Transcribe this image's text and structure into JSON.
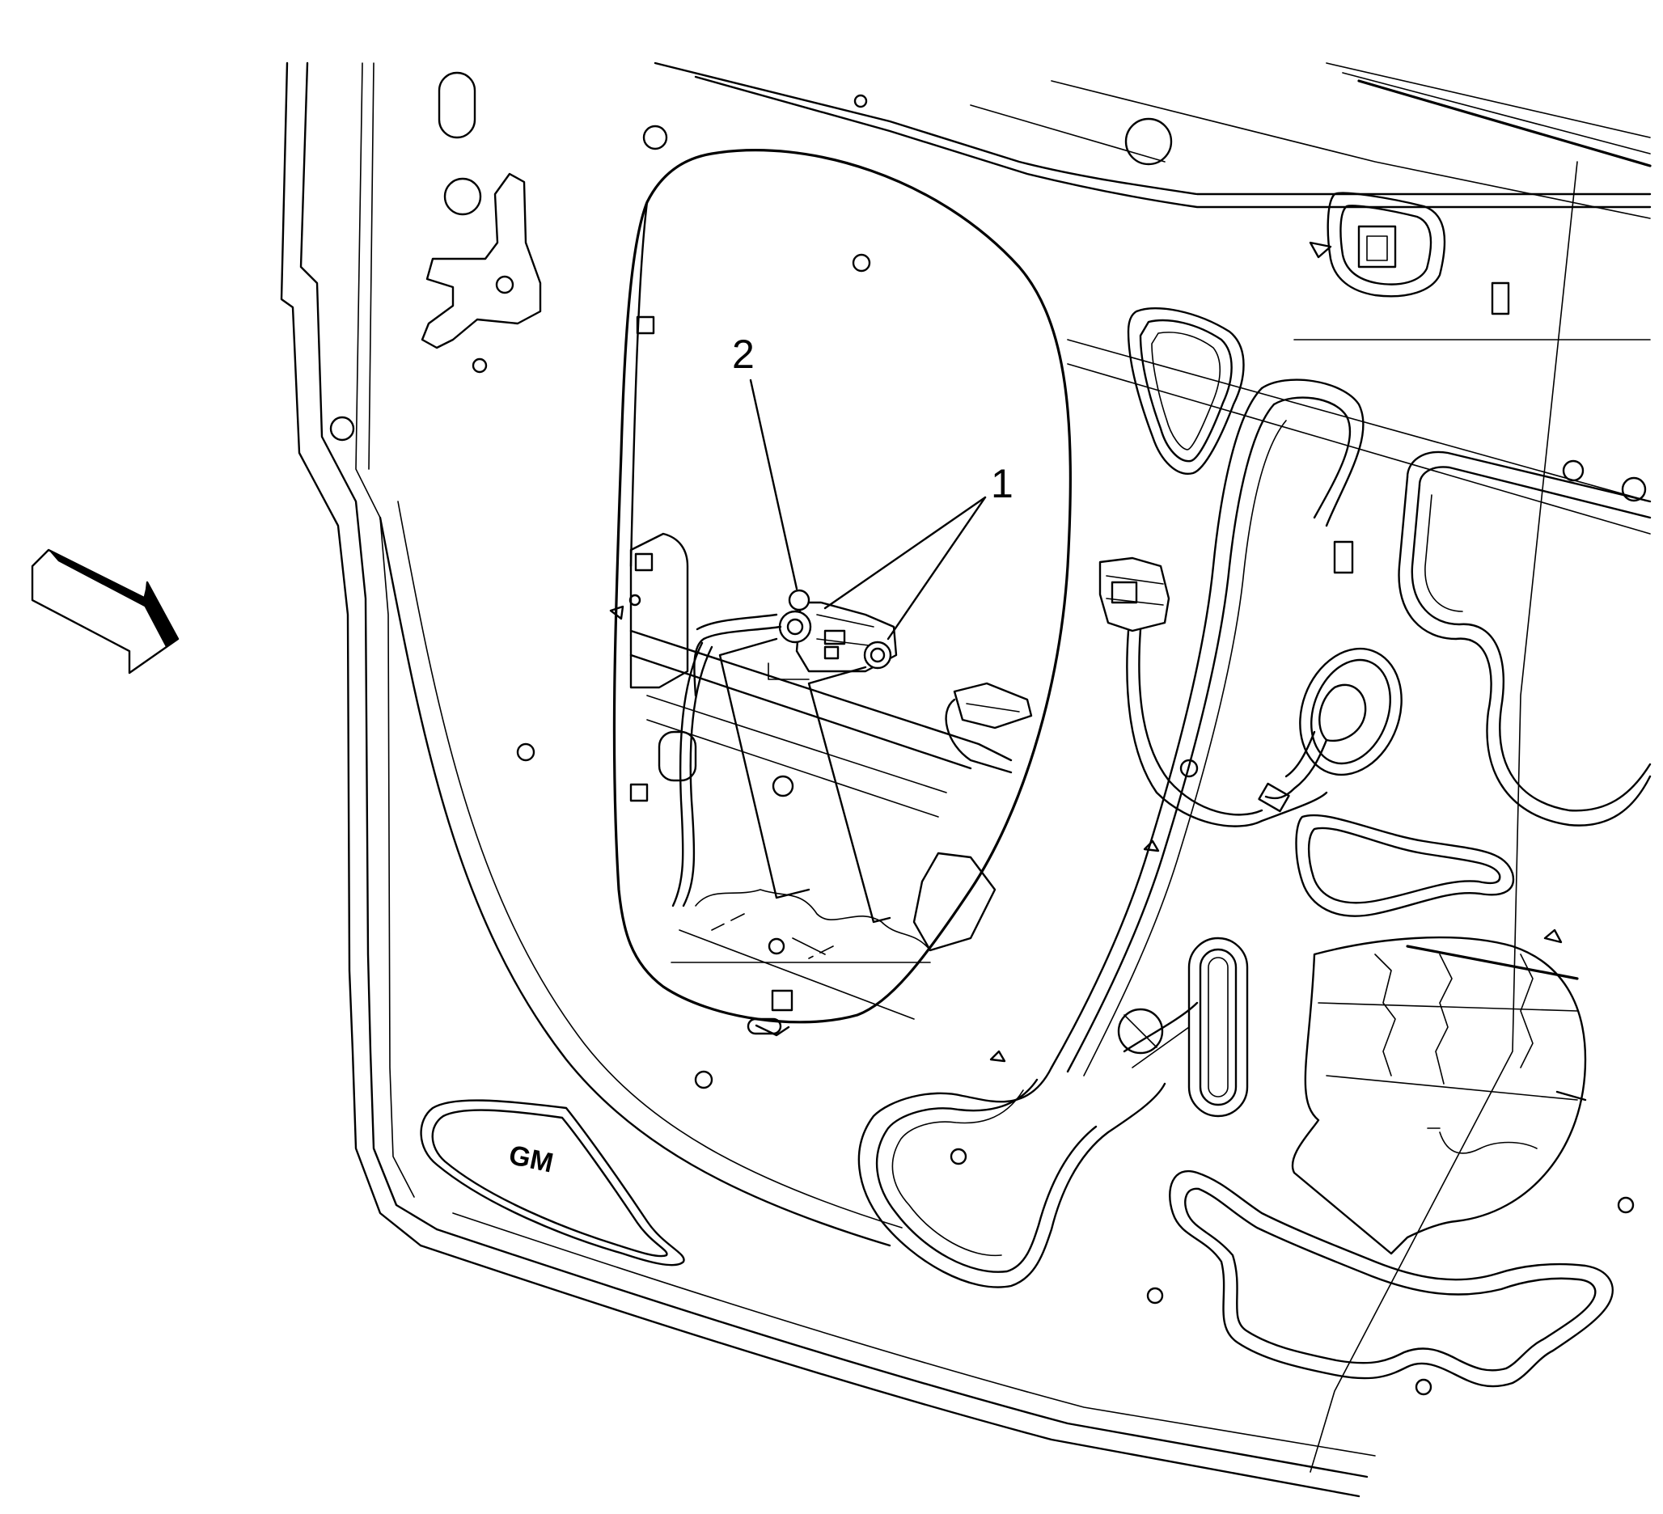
{
  "callouts": [
    {
      "label": "1"
    },
    {
      "label": "2"
    }
  ],
  "logo": {
    "text": "GM"
  },
  "colors": {
    "line": "#000000",
    "background": "#ffffff"
  },
  "icons": {
    "view_direction": "view-direction-arrow-icon"
  }
}
